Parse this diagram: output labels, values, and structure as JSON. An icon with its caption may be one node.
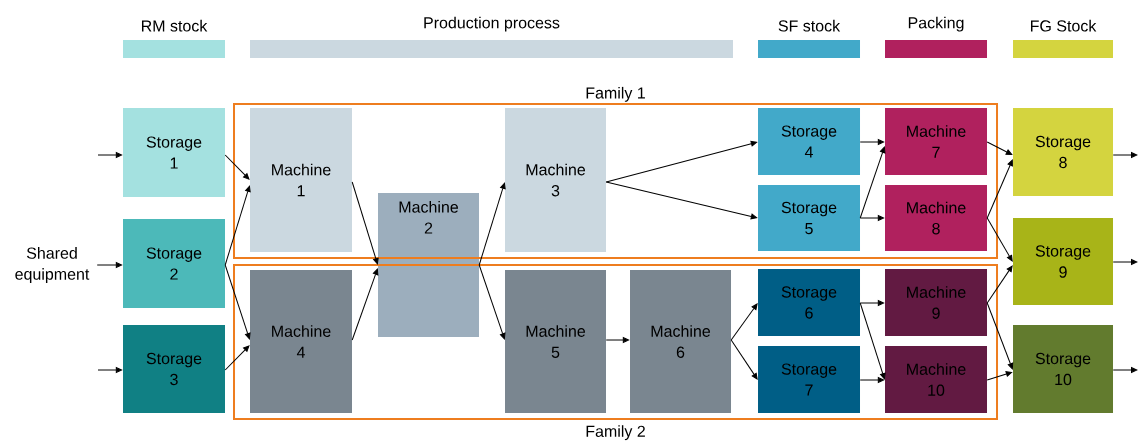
{
  "diagram": {
    "nodes": [
      {
        "text": [
          "RM stock"
        ]
      },
      {
        "text": [
          "Production process"
        ]
      },
      {
        "text": [
          "SF stock"
        ]
      },
      {
        "text": [
          "Packing"
        ]
      },
      {
        "text": [
          "FG Stock"
        ]
      },
      {
        "text": [
          "Family 1"
        ]
      },
      {
        "text": [
          "Family 2"
        ]
      },
      {
        "text": [
          "Storage 1"
        ]
      },
      {
        "text": [
          "Storage 2"
        ]
      },
      {
        "text": [
          "Storage 3"
        ]
      },
      {
        "text": [
          "Machine 1"
        ],
        "in": 5
      },
      {
        "text": [
          "Machine 2"
        ]
      },
      {
        "text": [
          "Machine 3"
        ],
        "in": 5
      },
      {
        "text": [
          "Machine 4"
        ],
        "in": 6
      },
      {
        "text": [
          "Machine 5"
        ],
        "in": 6
      },
      {
        "text": [
          "Machine 6"
        ],
        "in": 6
      },
      {
        "text": [
          "Storage 4"
        ],
        "in": 5
      },
      {
        "text": [
          "Storage 5"
        ],
        "in": 5
      },
      {
        "text": [
          "Storage 6"
        ],
        "in": 6
      },
      {
        "text": [
          "Storage 7"
        ],
        "in": 6
      },
      {
        "text": [
          "Machine 7"
        ],
        "in": 5
      },
      {
        "text": [
          "Machine 8"
        ],
        "in": 5
      },
      {
        "text": [
          "Machine 9"
        ],
        "in": 6
      },
      {
        "text": [
          "Machine 10"
        ],
        "in": 6
      },
      {
        "text": [
          "Storage 8"
        ]
      },
      {
        "text": [
          "Storage 9"
        ]
      },
      {
        "text": [
          "Storage 10"
        ]
      },
      {
        "text": [
          "Shared equipment"
        ]
      }
    ],
    "edges": [
      {
        "from": null,
        "to": 7,
        "arrow": "to"
      },
      {
        "from": 27,
        "to": 8,
        "arrow": "to"
      },
      {
        "from": null,
        "to": 9,
        "arrow": "to"
      },
      {
        "from": 7,
        "to": 10,
        "arrow": "to"
      },
      {
        "from": 8,
        "to": 10,
        "arrow": "to"
      },
      {
        "from": 8,
        "to": 13,
        "arrow": "to"
      },
      {
        "from": 9,
        "to": 13,
        "arrow": "to"
      },
      {
        "from": 10,
        "to": 11,
        "arrow": "to"
      },
      {
        "from": 13,
        "to": 11,
        "arrow": "to"
      },
      {
        "from": 11,
        "to": 12,
        "arrow": "to"
      },
      {
        "from": 11,
        "to": 14,
        "arrow": "to"
      },
      {
        "from": 12,
        "to": 16,
        "arrow": "to"
      },
      {
        "from": 12,
        "to": 17,
        "arrow": "to"
      },
      {
        "from": 14,
        "to": 15,
        "arrow": "to"
      },
      {
        "from": 15,
        "to": 18,
        "arrow": "to"
      },
      {
        "from": 15,
        "to": 19,
        "arrow": "to"
      },
      {
        "from": 16,
        "to": 20,
        "arrow": "to"
      },
      {
        "from": 17,
        "to": 20,
        "arrow": "to"
      },
      {
        "from": 17,
        "to": 21,
        "arrow": "to"
      },
      {
        "from": 18,
        "to": 22,
        "arrow": "to"
      },
      {
        "from": 18,
        "to": 23,
        "arrow": "to"
      },
      {
        "from": 19,
        "to": 23,
        "arrow": "to"
      },
      {
        "from": 20,
        "to": 24,
        "arrow": "to"
      },
      {
        "from": 21,
        "to": 24,
        "arrow": "to"
      },
      {
        "from": 21,
        "to": 25,
        "arrow": "to"
      },
      {
        "from": 22,
        "to": 25,
        "arrow": "to"
      },
      {
        "from": 22,
        "to": 26,
        "arrow": "to"
      },
      {
        "from": 23,
        "to": 26,
        "arrow": "to"
      },
      {
        "from": 24,
        "to": null,
        "arrow": "to"
      },
      {
        "from": 25,
        "to": null,
        "arrow": "to"
      },
      {
        "from": 26,
        "to": null,
        "arrow": "to"
      }
    ]
  }
}
